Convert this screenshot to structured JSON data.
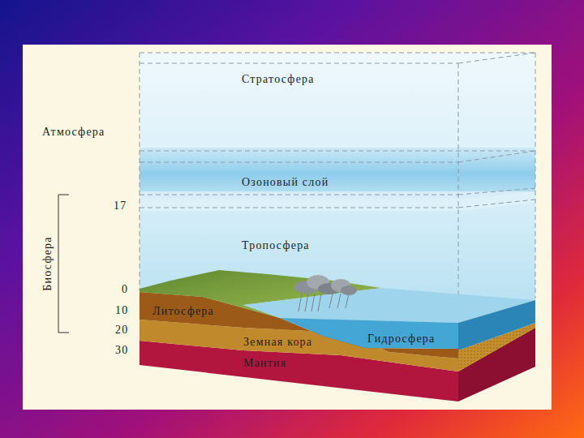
{
  "diagram": {
    "labels": [
      "Стратосфера",
      "Атмосфера",
      "Озоновый слой",
      "17",
      "Биосфера",
      "Тропосфера",
      "0",
      "10",
      "Литосфера",
      "20",
      "Земная кора",
      "Гидросфера",
      "30",
      "Мантия"
    ]
  }
}
